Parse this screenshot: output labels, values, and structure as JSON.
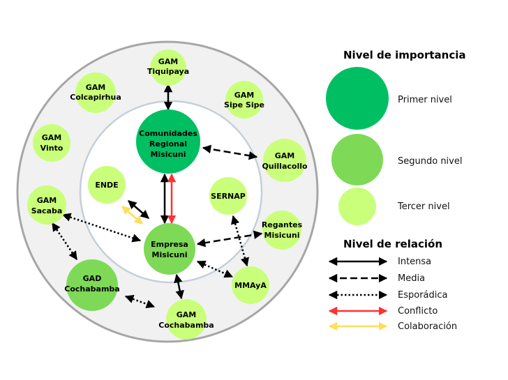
{
  "colors": {
    "primer": "#00bf63",
    "segundo": "#7ed957",
    "tercer": "#c9ff7a",
    "outer_ring_fill": "#f1f1f1",
    "outer_ring_stroke": "#a6a6a6",
    "inner_ring_stroke": "#c5cfd8",
    "black": "#000000",
    "conflict": "#ff3131",
    "collab": "#ffde59"
  },
  "nodes": {
    "gam_tiquipaya": [
      "GAM",
      "Tiquipaya"
    ],
    "gam_colcapirhua": [
      "GAM",
      "Colcapirhua"
    ],
    "gam_sipe_sipe": [
      "GAM",
      "Sipe Sipe"
    ],
    "gam_vinto": [
      "GAM",
      "Vinto"
    ],
    "comunidades": [
      "Comunidades",
      "Regional",
      "Misicuni"
    ],
    "gam_quillacollo": [
      "GAM",
      "Quillacollo"
    ],
    "ende": [
      "ENDE"
    ],
    "sernap": [
      "SERNAP"
    ],
    "gam_sacaba": [
      "GAM",
      "Sacaba"
    ],
    "regantes": [
      "Regantes",
      "Misicuni"
    ],
    "empresa": [
      "Empresa",
      "Misicuni"
    ],
    "gad_cochabamba": [
      "GAD",
      "Cochabamba"
    ],
    "mmaya": [
      "MMAyA"
    ],
    "gam_cochabamba": [
      "GAM",
      "Cochabamba"
    ]
  },
  "legend": {
    "importance_title": "Nivel de importancia",
    "importance": [
      "Primer nivel",
      "Segundo nivel",
      "Tercer nivel"
    ],
    "relation_title": "Nivel de relación",
    "relations": [
      "Intensa",
      "Media",
      "Esporádica",
      "Conflicto",
      "Colaboración"
    ]
  }
}
